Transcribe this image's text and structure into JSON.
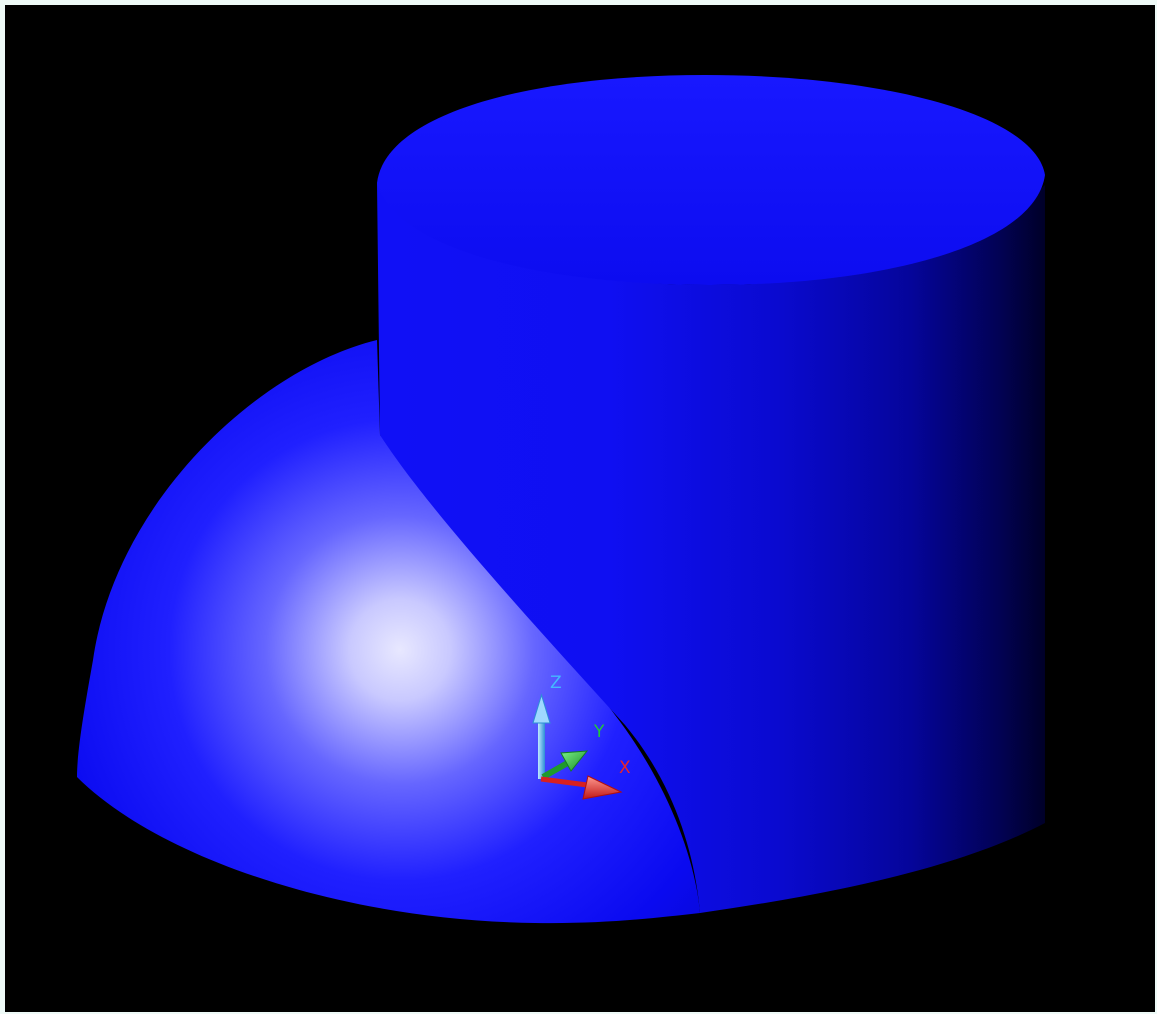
{
  "viewport": {
    "background": "#000000",
    "frame_color": "#eefaf7"
  },
  "model": {
    "body_color": "#0a0aff",
    "highlight_color": "#e8e8ff",
    "shadow_color": "#000033",
    "parts": [
      "cylinder",
      "hemisphere"
    ]
  },
  "axis_gizmo": {
    "z_label": "Z",
    "y_label": "Y",
    "x_label": "X",
    "z_color": "#44b8ff",
    "y_color": "#22c83a",
    "x_color": "#e8262a"
  }
}
